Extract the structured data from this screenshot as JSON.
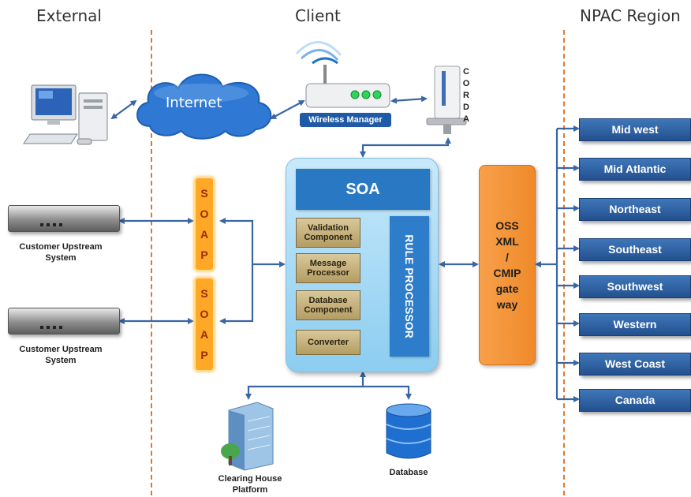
{
  "columns": {
    "external": "External",
    "client": "Client",
    "npac": "NPAC Region"
  },
  "internet": {
    "label": "Internet"
  },
  "wireless": {
    "label": "Wireless Manager"
  },
  "corda": {
    "letters": [
      "C",
      "O",
      "R",
      "D",
      "A"
    ]
  },
  "soap": {
    "letters": [
      "S",
      "O",
      "A",
      "P"
    ]
  },
  "upstream": [
    {
      "line1": "Customer Upstream",
      "line2": "System"
    },
    {
      "line1": "Customer Upstream",
      "line2": "System"
    }
  ],
  "soa": {
    "title": "SOA",
    "components": [
      {
        "line1": "Validation",
        "line2": "Component"
      },
      {
        "line1": "Message",
        "line2": "Processor"
      },
      {
        "line1": "Database",
        "line2": "Component"
      },
      {
        "line1": "Converter",
        "line2": ""
      }
    ],
    "rule_processor": "RULE PROCESSOR"
  },
  "gateway": {
    "lines": [
      "OSS",
      "XML",
      "/",
      "CMIP",
      "gate",
      "way"
    ]
  },
  "regions": [
    "Mid west",
    "Mid Atlantic",
    "Northeast",
    "Southeast",
    "Southwest",
    "Western",
    "West Coast",
    "Canada"
  ],
  "clearing_house": {
    "line1": "Clearing House",
    "line2": "Platform"
  },
  "database": {
    "label": "Database"
  },
  "colors": {
    "region": "#2c5e9e",
    "soap": "#ffa726",
    "gateway": "#f29433",
    "soa_header": "#2878c4",
    "divider": "#e0782a",
    "connector": "#3a66a3"
  }
}
